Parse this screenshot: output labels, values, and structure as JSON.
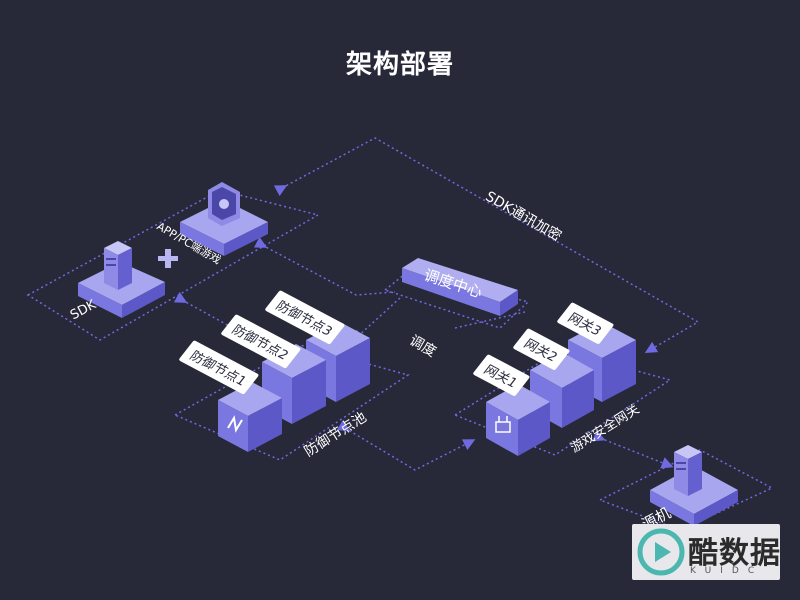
{
  "title": "架构部署",
  "labels": {
    "sdk_comm": "SDK通讯加密",
    "app_pc": "APP/PC端游戏",
    "sdk": "SDK",
    "dispatch_center": "调度中心",
    "dispatch": "调度",
    "defense_pool": "防御节点池",
    "gateway_group": "游戏安全网关",
    "origin": "源机",
    "plus": "+"
  },
  "tags": {
    "node1": "防御节点1",
    "node2": "防御节点2",
    "node3": "防御节点3",
    "gw1": "网关1",
    "gw2": "网关2",
    "gw3": "网关3"
  },
  "watermark": {
    "text": "酷数据",
    "sub": "KUIDC"
  },
  "colors": {
    "background": "#272838",
    "cube_top": "#a8a6ee",
    "cube_left": "#7b77e0",
    "cube_right": "#5d58c8",
    "dashed_line": "#6f6ae0"
  }
}
